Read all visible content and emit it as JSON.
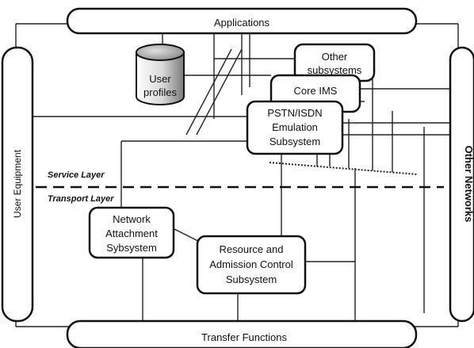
{
  "diagram": {
    "applications": "Applications",
    "transfer_functions": "Transfer Functions",
    "user_equipment": "User Equipment",
    "other_networks": "Other Networks",
    "user_profiles": [
      "User",
      "profiles"
    ],
    "other_subsystems": [
      "Other",
      "subsystems"
    ],
    "core_ims": "Core IMS",
    "pstn": [
      "PSTN/ISDN",
      "Emulation",
      "Subsystem"
    ],
    "service_layer": "Service Layer",
    "transport_layer": "Transport Layer",
    "nass": [
      "Network",
      "Attachment",
      "Sybsystem"
    ],
    "racs": [
      "Resource and",
      "Admission Control",
      "Subsystem"
    ]
  }
}
